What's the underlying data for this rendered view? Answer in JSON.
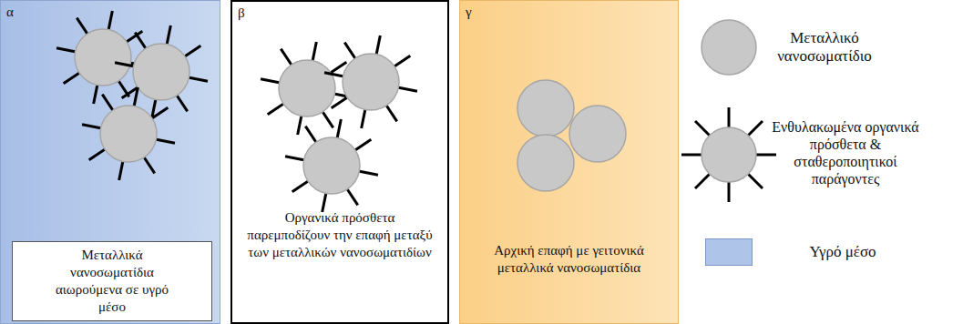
{
  "diagram": {
    "nodes": [
      {
        "text": [
          "α"
        ]
      },
      {
        "text": [
          "Μεταλλικά νανοσωματίδια αιωρούμενα σε υγρό μέσο"
        ],
        "in": 0
      },
      {
        "text": [
          "β",
          "Οργανικά πρόσθετα παρεμποδίζουν την επαφή μεταξύ των μεταλλικών νανοσωματιδίων"
        ]
      },
      {
        "text": [
          "γ",
          "Αρχική επαφή με γειτονικά μεταλλικά νανοσωματίδια"
        ]
      }
    ],
    "legend": [
      {
        "text": "Μεταλλικό νανοσωματίδιο"
      },
      {
        "text": "Ενθυλακωμένα οργανικά πρόσθετα & σταθεροποιητικοί παράγοντες"
      },
      {
        "text": "Υγρό μέσο",
        "color": "#afc4e9"
      }
    ]
  }
}
